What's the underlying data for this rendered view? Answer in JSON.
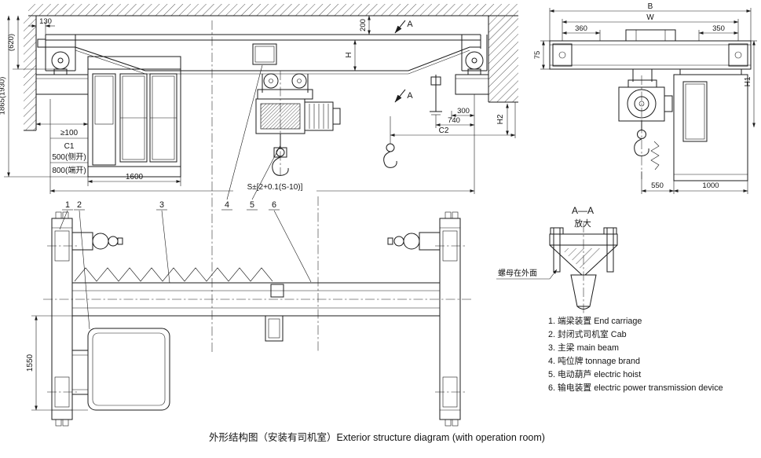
{
  "ink_color": "#1b1b1b",
  "caption": "外形结构图（安装有司机室）Exterior structure diagram (with operation room)",
  "side_view": {
    "dim_130": "130",
    "dim_620": "(620)",
    "dim_1865": "1865(1930)",
    "dim_200": "200",
    "dim_h": "H",
    "dim_ge100": "≥100",
    "dim_c1": "C1",
    "dim_500": "500(侧开)",
    "dim_800": "800(端开)",
    "dim_1600": "1600",
    "dim_300": "300",
    "dim_740": "740",
    "dim_c2": "C2",
    "dim_h2": "H2",
    "dim_s": "S±[2+0.1(S-10)]",
    "section_label": "A"
  },
  "end_view": {
    "dim_b": "B",
    "dim_w": "W",
    "dim_360": "360",
    "dim_350": "350",
    "dim_75": "75",
    "dim_h1": "H1",
    "dim_550": "550",
    "dim_1000": "1000"
  },
  "detail_view": {
    "title": "A—A",
    "subtitle": "放大",
    "note": "螺母在外面"
  },
  "plan_view": {
    "dim_1550": "1550",
    "callout_1": "1",
    "callout_2": "2",
    "callout_3": "3",
    "callout_4": "4",
    "callout_5": "5",
    "callout_6": "6"
  },
  "legend": {
    "items": [
      "1. 端梁装置 End carriage",
      "2. 封闭式司机室 Cab",
      "3. 主梁 main beam",
      "4. 吨位牌 tonnage brand",
      "5. 电动葫芦 electric hoist",
      "6. 输电装置 electric power transmission device"
    ]
  }
}
